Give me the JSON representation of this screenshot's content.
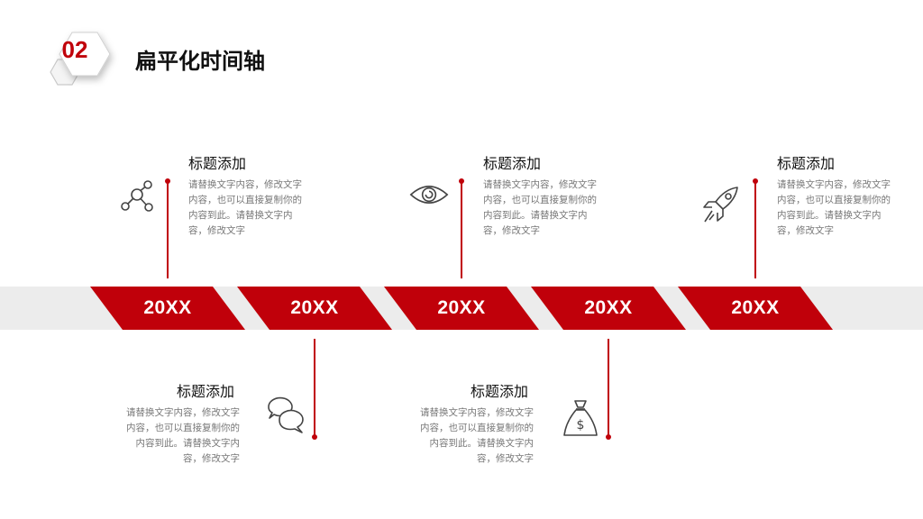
{
  "header": {
    "number": "02",
    "title": "扁平化时间轴"
  },
  "timeline": {
    "years": [
      "20XX",
      "20XX",
      "20XX",
      "20XX",
      "20XX"
    ],
    "items": [
      {
        "title": "标题添加",
        "desc": "请替换文字内容，修改文字内容，也可以直接复制你的内容到此。请替换文字内容，修改文字",
        "icon": "molecule-icon"
      },
      {
        "title": "标题添加",
        "desc": "请替换文字内容，修改文字内容，也可以直接复制你的内容到此。请替换文字内容，修改文字",
        "icon": "chat-bubbles-icon"
      },
      {
        "title": "标题添加",
        "desc": "请替换文字内容，修改文字内容，也可以直接复制你的内容到此。请替换文字内容，修改文字",
        "icon": "eye-icon"
      },
      {
        "title": "标题添加",
        "desc": "请替换文字内容，修改文字内容，也可以直接复制你的内容到此。请替换文字内容，修改文字",
        "icon": "money-bag-icon"
      },
      {
        "title": "标题添加",
        "desc": "请替换文字内容，修改文字内容，也可以直接复制你的内容到此。请替换文字内容，修改文字",
        "icon": "rocket-icon"
      }
    ]
  },
  "colors": {
    "accent": "#c0000a",
    "band": "#ececec",
    "text": "#111111",
    "muted": "#777777"
  }
}
